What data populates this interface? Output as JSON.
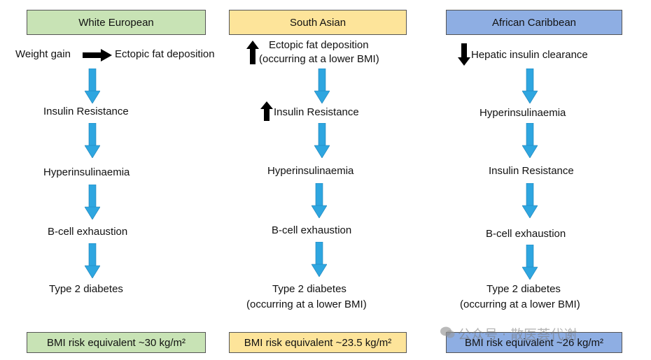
{
  "colors": {
    "white_european": "#c8e3b5",
    "south_asian": "#fde49a",
    "african_caribbean": "#8eaee3",
    "flow_arrow": "#2ea6e0",
    "black_arrow": "#000000"
  },
  "columns": {
    "white_european": {
      "title": "White European",
      "line1": "Weight gain",
      "line1b": "Ectopic fat deposition",
      "step2": "Insulin Resistance",
      "step3": "Hyperinsulinaemia",
      "step4": "B-cell exhaustion",
      "step5": "Type 2 diabetes",
      "footer": "BMI risk equivalent ~30 kg/m²"
    },
    "south_asian": {
      "title": "South Asian",
      "step1": "Ectopic fat deposition",
      "step1_note": "(occurring at a lower BMI)",
      "step2": "Insulin Resistance",
      "step3": "Hyperinsulinaemia",
      "step4": "B-cell exhaustion",
      "step5": "Type 2 diabetes",
      "step5_note": "(occurring at a lower BMI)",
      "footer": "BMI risk equivalent ~23.5 kg/m²"
    },
    "african_caribbean": {
      "title": "African Caribbean",
      "step1": "Hepatic insulin clearance",
      "step2": "Hyperinsulinaemia",
      "step3": "Insulin Resistance",
      "step4": "B-cell exhaustion",
      "step5": "Type 2 diabetes",
      "step5_note": "(occurring at a lower BMI)",
      "footer": "BMI risk equivalent ~26 kg/m²"
    }
  },
  "watermark": "公众号 · 散医荟代谢"
}
